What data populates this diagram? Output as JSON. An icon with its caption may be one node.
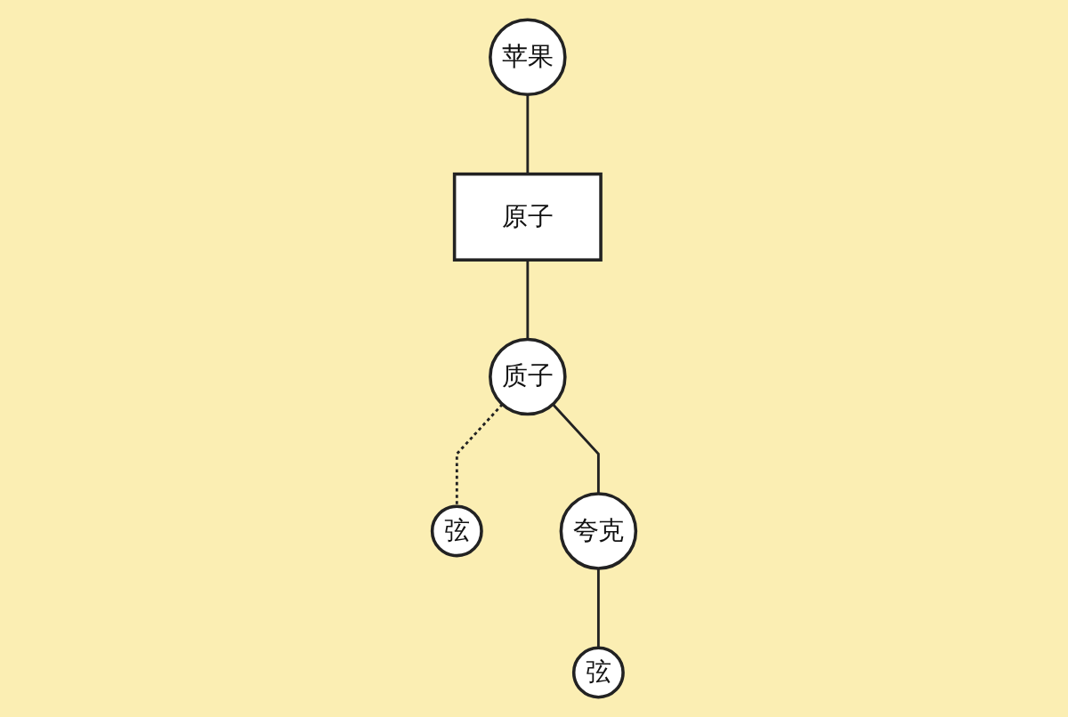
{
  "diagram": {
    "nodes": [
      {
        "text": [
          "苹果"
        ]
      },
      {
        "text": [
          "原子"
        ]
      },
      {
        "text": [
          "质子"
        ]
      },
      {
        "text": [
          "弦"
        ]
      },
      {
        "text": [
          "夸克"
        ]
      },
      {
        "text": [
          "弦"
        ]
      }
    ],
    "edges": [
      {
        "from": 0,
        "to": 1,
        "arrow": "none"
      },
      {
        "from": 1,
        "to": 2,
        "arrow": "none"
      },
      {
        "from": 2,
        "to": 3,
        "arrow": "none",
        "style": "dashed"
      },
      {
        "from": 2,
        "to": 4,
        "arrow": "none"
      },
      {
        "from": 4,
        "to": 5,
        "arrow": "none"
      }
    ]
  }
}
